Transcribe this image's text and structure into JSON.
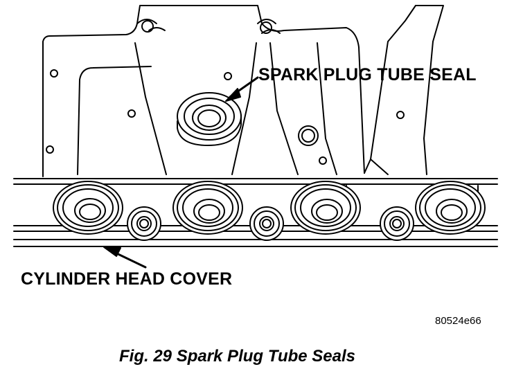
{
  "labels": {
    "spark_plug_tube_seal": "SPARK PLUG TUBE SEAL",
    "cylinder_head_cover": "CYLINDER HEAD COVER"
  },
  "figure_code": "80524e66",
  "caption": "Fig. 29 Spark Plug Tube Seals",
  "colors": {
    "ink": "#000000",
    "paper": "#ffffff"
  }
}
